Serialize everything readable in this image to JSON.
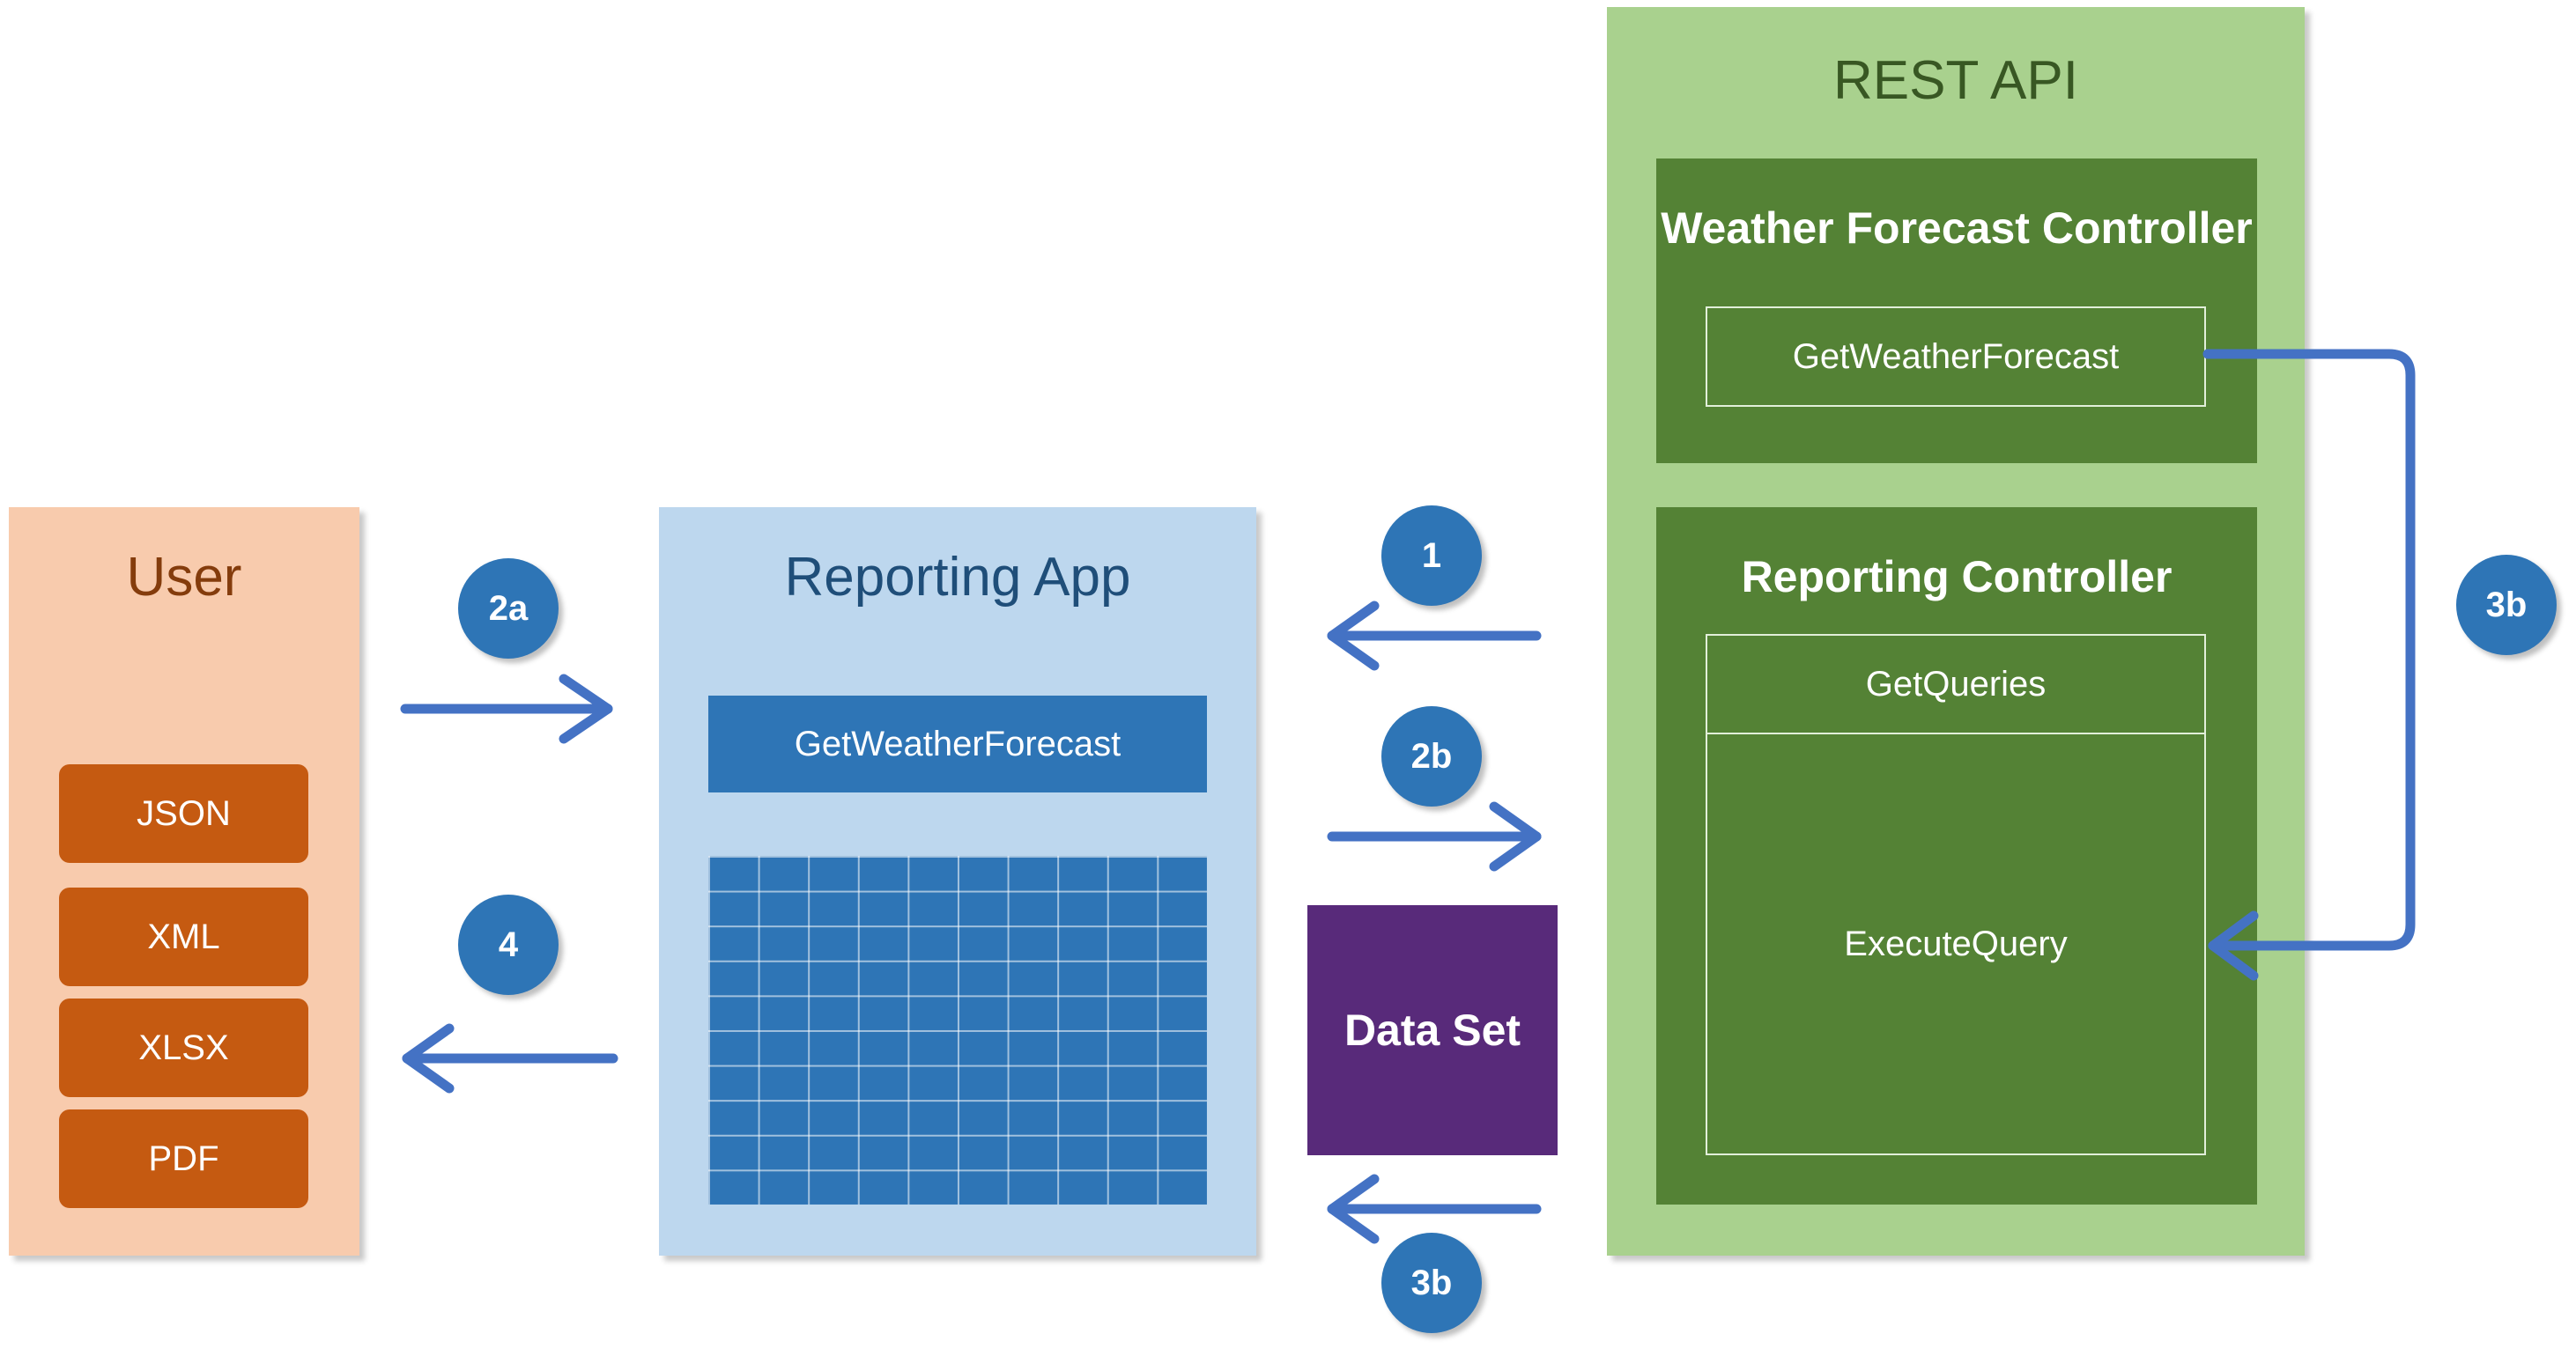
{
  "user": {
    "title": "User",
    "formats": [
      "JSON",
      "XML",
      "XLSX",
      "PDF"
    ]
  },
  "reporting_app": {
    "title": "Reporting App",
    "button": "GetWeatherForecast"
  },
  "rest_api": {
    "title": "REST API",
    "weather_controller": {
      "title": "Weather Forecast Controller",
      "method": "GetWeatherForecast"
    },
    "reporting_controller": {
      "title": "Reporting Controller",
      "methods": [
        "GetQueries",
        "ExecuteQuery"
      ]
    }
  },
  "data_set": "Data Set",
  "steps": {
    "s1": "1",
    "s2a": "2a",
    "s2b": "2b",
    "s3b_right": "3b",
    "s3b_bottom": "3b",
    "s4": "4"
  },
  "colors": {
    "user_bg": "#f8cbad",
    "format_button": "#c55a11",
    "app_bg": "#bdd7ee",
    "app_accent": "#2e75b6",
    "api_bg": "#a9d18e",
    "controller_bg": "#548235",
    "data_set_bg": "#582a7a",
    "arrow": "#4472c4"
  }
}
